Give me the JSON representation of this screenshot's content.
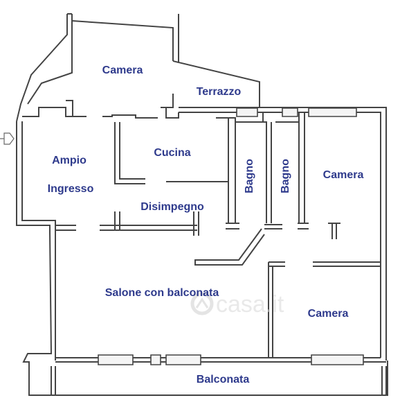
{
  "colors": {
    "label": "#2e3a8c",
    "wall": "#444444",
    "watermark": "#d8d8d8"
  },
  "watermark": {
    "text": "casa.it",
    "icon": "casa-logo-icon"
  },
  "rooms": {
    "camera_top": "Camera",
    "terrazzo": "Terrazzo",
    "ampio": "Ampio",
    "ingresso": "Ingresso",
    "cucina": "Cucina",
    "bagno_1": "Bagno",
    "bagno_2": "Bagno",
    "camera_right": "Camera",
    "disimpegno": "Disimpegno",
    "salone": "Salone con balconata",
    "camera_bottom": "Camera",
    "balconata": "Balconata"
  }
}
